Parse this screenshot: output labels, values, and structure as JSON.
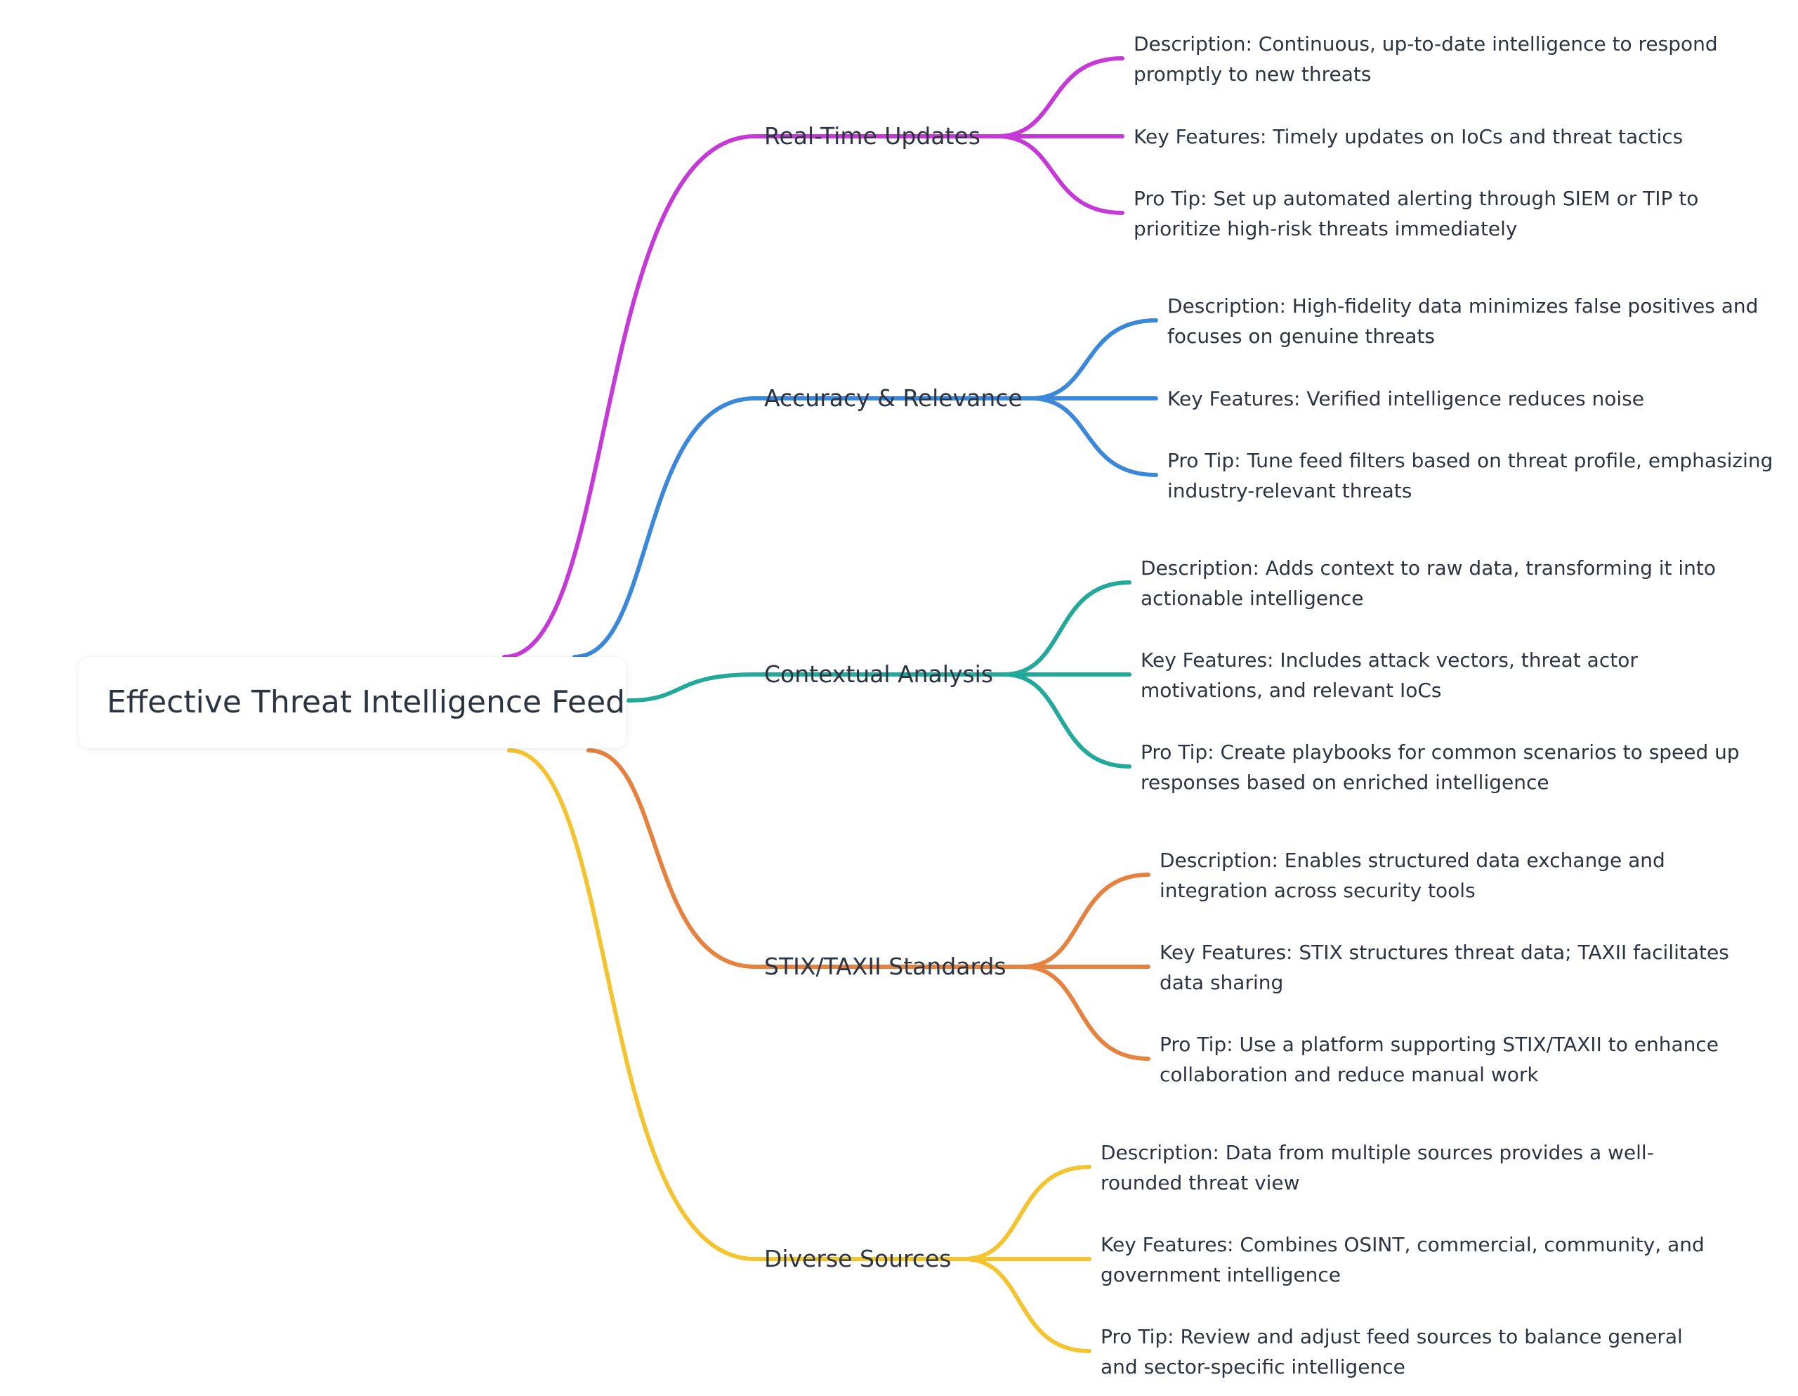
{
  "root": {
    "label": "Effective Threat Intelligence Feed"
  },
  "branches": [
    {
      "label": "Real-Time Updates",
      "color": "#c53ad6",
      "leaves": [
        "Description: Continuous, up-to-date intelligence to respond promptly to new threats",
        "Key Features: Timely updates on IoCs and threat tactics",
        "Pro Tip: Set up automated alerting through SIEM or TIP to prioritize high-risk threats immediately"
      ]
    },
    {
      "label": "Accuracy & Relevance",
      "color": "#3b87da",
      "leaves": [
        "Description: High-fidelity data minimizes false positives and focuses on genuine threats",
        "Key Features: Verified intelligence reduces noise",
        "Pro Tip: Tune feed filters based on threat profile, emphasizing industry-relevant threats"
      ]
    },
    {
      "label": "Contextual Analysis",
      "color": "#22a99a",
      "leaves": [
        "Description: Adds context to raw data, transforming it into actionable intelligence",
        "Key Features: Includes attack vectors, threat actor motivations, and relevant IoCs",
        "Pro Tip: Create playbooks for common scenarios to speed up responses based on enriched intelligence"
      ]
    },
    {
      "label": "STIX/TAXII Standards",
      "color": "#e5823f",
      "leaves": [
        "Description: Enables structured data exchange and integration across security tools",
        "Key Features: STIX structures threat data; TAXII facilitates data sharing",
        "Pro Tip: Use a platform supporting STIX/TAXII to enhance collaboration and reduce manual work"
      ]
    },
    {
      "label": "Diverse Sources",
      "color": "#f4c430",
      "leaves": [
        "Description: Data from multiple sources provides a well-rounded threat view",
        "Key Features: Combines OSINT, commercial, community, and government intelligence",
        "Pro Tip: Review and adjust feed sources to balance general and sector-specific intelligence"
      ]
    }
  ]
}
